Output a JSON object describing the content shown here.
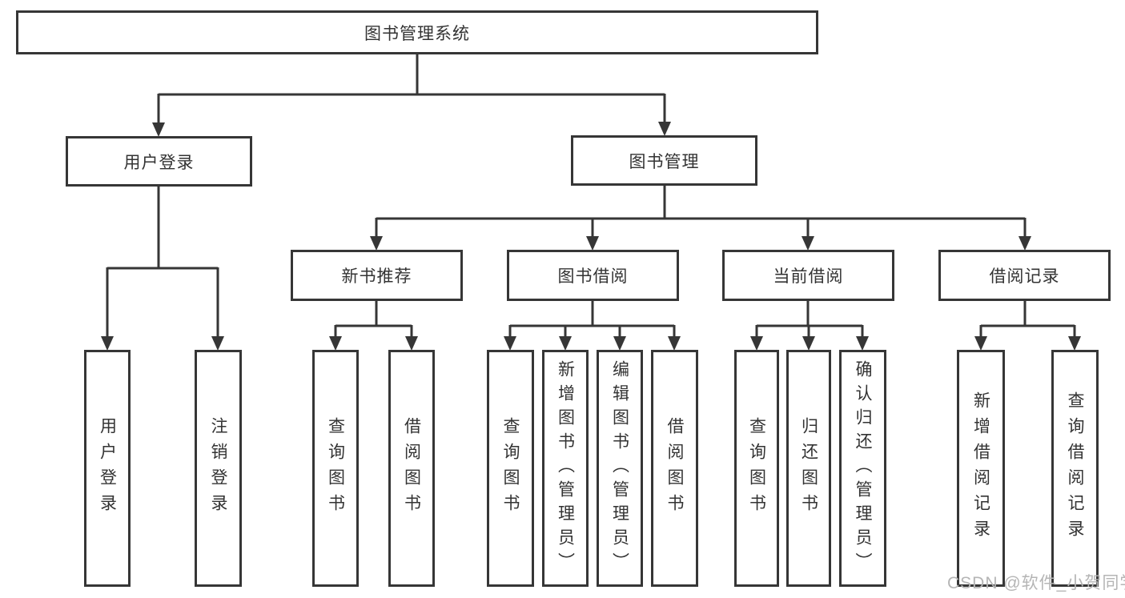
{
  "nodes": {
    "root": "图书管理系统",
    "user_login_branch": "用户登录",
    "book_mgmt_branch": "图书管理",
    "new_book_rec": "新书推荐",
    "book_borrow": "图书借阅",
    "current_borrow": "当前借阅",
    "borrow_record": "借阅记录",
    "leaf_user_login": "用户登录",
    "leaf_logout": "注销登录",
    "leaf_nb_query": "查询图书",
    "leaf_nb_borrow": "借阅图书",
    "leaf_bb_query": "查询图书",
    "leaf_bb_add": "新增图书（管理员）",
    "leaf_bb_edit": "编辑图书（管理员）",
    "leaf_bb_borrow": "借阅图书",
    "leaf_cb_query": "查询图书",
    "leaf_cb_return": "归还图书",
    "leaf_cb_confirm": "确认归还（管理员）",
    "leaf_br_add": "新增借阅记录",
    "leaf_br_query": "查询借阅记录"
  },
  "watermark": "CSDN @软件_小贺同学",
  "colors": {
    "line": "#363636",
    "text": "#333333",
    "watermark": "#b5b5b5",
    "background": "#ffffff"
  }
}
